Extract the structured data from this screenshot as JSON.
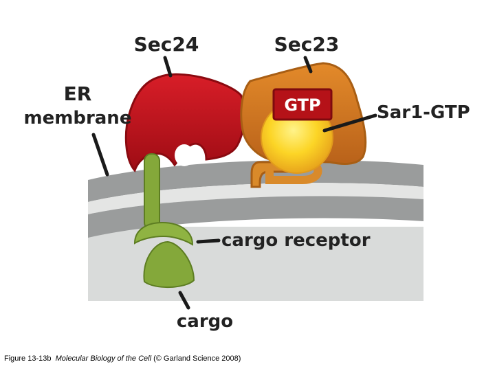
{
  "labels": {
    "sec24": "Sec24",
    "sec23": "Sec23",
    "er_membrane_line1": "ER",
    "er_membrane_line2": "membrane",
    "sar1_gtp": "Sar1-GTP",
    "gtp": "GTP",
    "cargo_receptor": "cargo receptor",
    "cargo": "cargo"
  },
  "caption": {
    "figure": "Figure 13-13b",
    "book": "Molecular Biology of the Cell",
    "credit": "(© Garland Science 2008)"
  },
  "colors": {
    "membrane_dark": "#9a9c9c",
    "membrane_light": "#dadcdb",
    "lumen": "#d9dbda",
    "sec24": "#c8121c",
    "sec23": "#d9801e",
    "sar1": "#fcd526",
    "gtp_box": "#b51218",
    "cargo_receptor": "#84a83a",
    "label_text": "#222222"
  }
}
